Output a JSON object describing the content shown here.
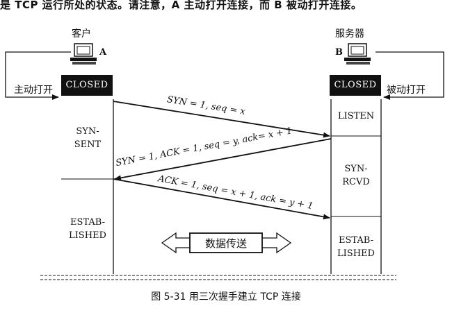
{
  "header_fragment": "是 TCP 运行所处的状态。请注意，A 主动打开连接，而 B 被动打开连接。",
  "client": {
    "label": "客户",
    "host": "A",
    "open_label": "主动打开",
    "initial_state": "CLOSED"
  },
  "server": {
    "label": "服务器",
    "host": "B",
    "open_label": "被动打开",
    "initial_state": "CLOSED"
  },
  "client_states": {
    "syn_sent": [
      "SYN-",
      "SENT"
    ],
    "established": [
      "ESTAB-",
      "LISHED"
    ]
  },
  "server_states": {
    "listen": "LISTEN",
    "syn_rcvd": [
      "SYN-",
      "RCVD"
    ],
    "established": [
      "ESTAB-",
      "LISHED"
    ]
  },
  "messages": {
    "syn": "SYN = 1, seq = x",
    "syn_ack": "SYN = 1, ACK = 1, seq = y, ack= x + 1",
    "ack": "ACK = 1, seq = x + 1, ack = y + 1"
  },
  "data_transfer_label": "数据传送",
  "caption": "图 5-31    用三次握手建立 TCP 连接"
}
